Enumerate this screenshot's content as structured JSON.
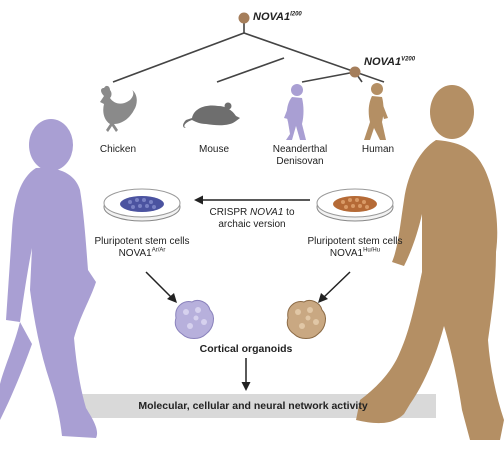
{
  "tree": {
    "root_gene": "NOVA1",
    "root_variant": "I200",
    "branch_gene": "NOVA1",
    "branch_variant": "V200",
    "species": [
      {
        "label": "Chicken"
      },
      {
        "label": "Mouse"
      },
      {
        "label": "Neanderthal\nDenisovan"
      },
      {
        "label": "Human"
      }
    ]
  },
  "cells": {
    "left_title": "Pluripotent stem cells",
    "left_gene": "NOVA1",
    "left_allele": "Ar/Ar",
    "right_title": "Pluripotent stem cells",
    "right_gene": "NOVA1",
    "right_allele": "Hu/Hu"
  },
  "crispr": {
    "line1_prefix": "CRISPR ",
    "line1_gene": "NOVA1",
    "line1_suffix": " to",
    "line2": "archaic version"
  },
  "organoids_label": "Cortical organoids",
  "activity_label": "Molecular, cellular and neural network activity",
  "colors": {
    "archaic": "#a99fd3",
    "human": "#b48f64",
    "node": "#a57e5b",
    "tree_line": "#444444",
    "bar": "#d9d9d9",
    "animal_gray": "#8a8a8a",
    "archaic_cells": "#4b53a0",
    "human_cells": "#b56a36"
  },
  "icons": [
    "archaic-human-silhouette",
    "modern-human-silhouette",
    "chicken-icon",
    "mouse-icon",
    "neanderthal-figure-icon",
    "human-figure-icon",
    "petri-dish-icon",
    "organoid-icon",
    "arrow-icon"
  ]
}
